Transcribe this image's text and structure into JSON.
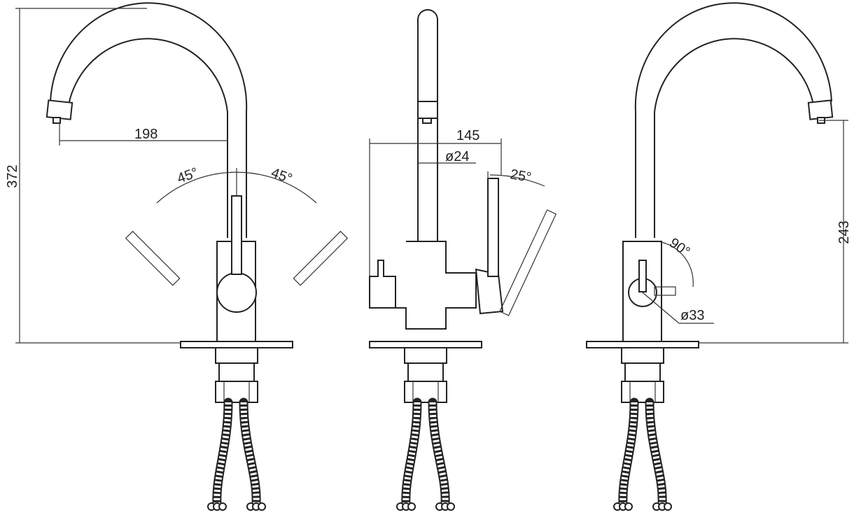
{
  "title": "Faucet technical drawing",
  "dimensions": {
    "spout_reach": "198",
    "total_height": "372",
    "left_angle": "45°",
    "right_angle": "45°",
    "depth": "145",
    "tube_diameter": "ø24",
    "lever_tilt": "25°",
    "spout_height": "243",
    "lever_rotation": "90°",
    "body_diameter": "ø33"
  }
}
